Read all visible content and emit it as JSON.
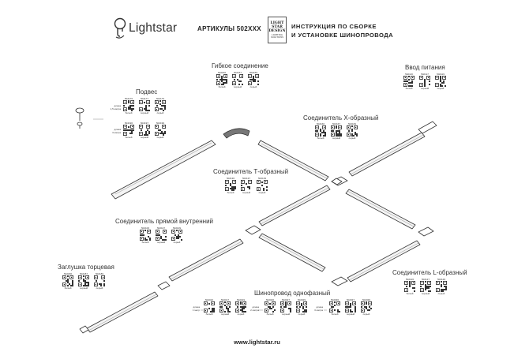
{
  "header": {
    "logo_text": "Lightstar",
    "articles": "АРТИКУЛЫ 502ХХХ",
    "brand_box": {
      "line1": "LIGHT",
      "line2": "STAR",
      "line3": "DESIGN",
      "sub": "LIGHTING",
      "sub2": "SOLUTIONS"
    },
    "instruction_line1": "ИНСТРУКЦИЯ ПО СБОРКЕ",
    "instruction_line2": "И УСТАНОВКЕ ШИНОПРОВОДА"
  },
  "sections": {
    "podves": {
      "title": "Подвес",
      "row1": {
        "note_line1": "длина",
        "note_line2": "1,5 метра",
        "items": [
          {
            "code": "504176",
            "color": "белый"
          },
          {
            "code": "504177",
            "color": "черный"
          },
          {
            "code": "504179",
            "color": "серый"
          }
        ]
      },
      "row2": {
        "note_line1": "длина",
        "note_line2": "3 метра",
        "items": [
          {
            "code": "504196",
            "color": "белый"
          },
          {
            "code": "504197",
            "color": "черный"
          },
          {
            "code": "504199",
            "color": "серый"
          }
        ]
      }
    },
    "flexible": {
      "title": "Гибкое соединение",
      "items": [
        {
          "code": "502156",
          "color": "белый"
        },
        {
          "code": "502157",
          "color": "черный"
        },
        {
          "code": "502159",
          "color": "серый"
        }
      ]
    },
    "power": {
      "title": "Ввод питания",
      "items": [
        {
          "code": "502116",
          "color": "белый"
        },
        {
          "code": "502117",
          "color": "черный"
        },
        {
          "code": "502119",
          "color": "серый"
        }
      ]
    },
    "x_connector": {
      "title": "Соединитель Х-образный",
      "items": [
        {
          "code": "502166",
          "color": "белый"
        },
        {
          "code": "502167",
          "color": "черный"
        },
        {
          "code": "502169",
          "color": "серый"
        }
      ]
    },
    "t_connector": {
      "title": "Соединитель Т-образный",
      "items": [
        {
          "code": "502136",
          "color": "белый"
        },
        {
          "code": "502137",
          "color": "черный"
        },
        {
          "code": "502139",
          "color": "серый"
        }
      ]
    },
    "straight_connector": {
      "title": "Соединитель прямой внутренний",
      "items": [
        {
          "code": "502106",
          "color": "белый"
        },
        {
          "code": "502107",
          "color": "черный"
        },
        {
          "code": "502109",
          "color": "серый"
        }
      ]
    },
    "end_cap": {
      "title": "Заглушка торцевая",
      "items": [
        {
          "code": "502186",
          "color": "белый"
        },
        {
          "code": "502187",
          "color": "черный"
        },
        {
          "code": "502189",
          "color": "серый"
        }
      ]
    },
    "l_connector": {
      "title": "Соединитель L-образный",
      "items": [
        {
          "code": "502126",
          "color": "белый"
        },
        {
          "code": "502127",
          "color": "черный"
        },
        {
          "code": "502129",
          "color": "серый"
        }
      ]
    },
    "track": {
      "title": "Шинопровод однофазный",
      "groups": [
        {
          "note_line1": "длина",
          "note_line2": "1 метр",
          "items": [
            {
              "code": "502016",
              "color": "белый"
            },
            {
              "code": "502017",
              "color": "черный"
            },
            {
              "code": "502019",
              "color": "серый"
            }
          ]
        },
        {
          "note_line1": "длина",
          "note_line2": "2 метра",
          "items": [
            {
              "code": "502026",
              "color": "белый"
            },
            {
              "code": "502027",
              "color": "черный"
            },
            {
              "code": "502029",
              "color": "серый"
            }
          ]
        },
        {
          "note_line1": "длина",
          "note_line2": "3 метра",
          "items": [
            {
              "code": "502036",
              "color": "белый"
            },
            {
              "code": "502037",
              "color": "черный"
            },
            {
              "code": "502039",
              "color": "серый"
            }
          ]
        }
      ]
    }
  },
  "footer": {
    "url": "www.lightstar.ru"
  },
  "colors": {
    "ink": "#222222",
    "rail_stroke": "#333333",
    "rail_fill": "#f4f4f4",
    "leader": "#888888"
  }
}
